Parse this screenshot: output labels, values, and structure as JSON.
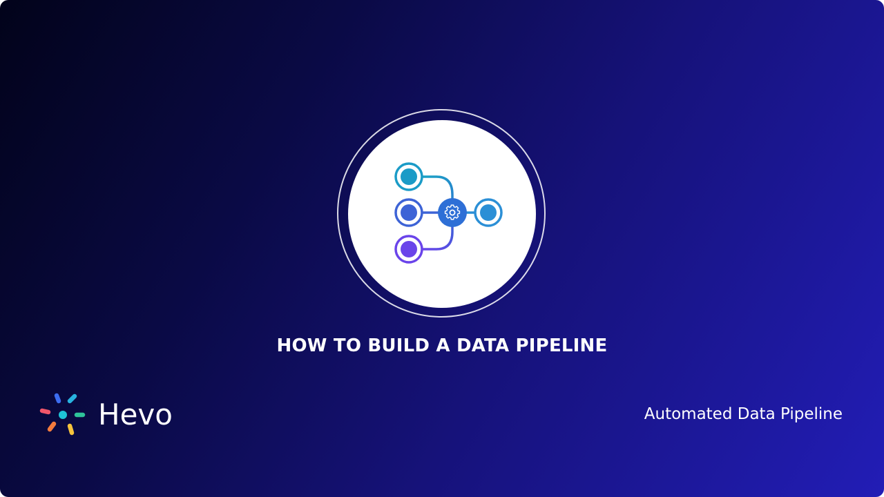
{
  "headline": "HOW TO BUILD A DATA PIPELINE",
  "brand": {
    "name": "Hevo",
    "tagline": "Automated Data Pipeline"
  },
  "icons": {
    "hero": "data-pipeline-icon",
    "logo": "hevo-pinwheel-logo",
    "center": "gear-icon"
  },
  "colors": {
    "background_start": "#02031a",
    "background_end": "#221db6",
    "node_teal": "#1b9bc7",
    "node_blue": "#3d63d6",
    "node_violet": "#6a44ea",
    "node_output": "#2b8fd6"
  }
}
